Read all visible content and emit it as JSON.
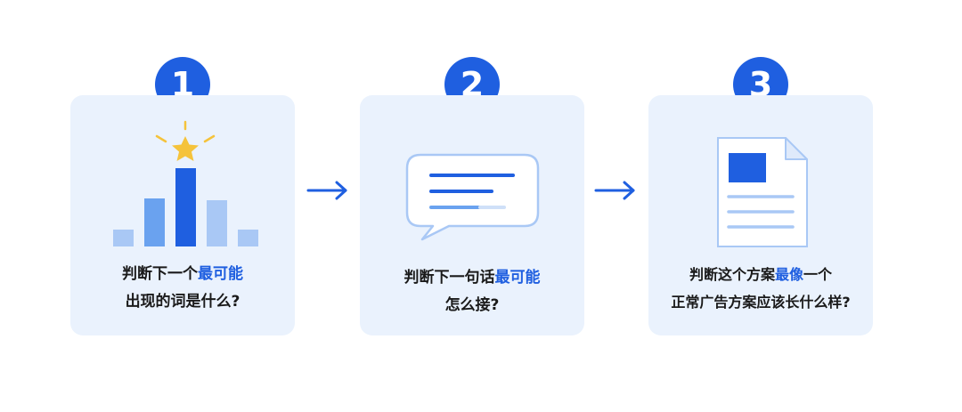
{
  "steps": [
    {
      "number": "1",
      "caption_line1_prefix": "判断下一个",
      "caption_line1_highlight": "最可能",
      "caption_line2": "出现的词是什么?"
    },
    {
      "number": "2",
      "caption_line1_prefix": "判断下一句话",
      "caption_line1_highlight": "最可能",
      "caption_line2": "怎么接?"
    },
    {
      "number": "3",
      "caption_line1_prefix": "判断这个方案",
      "caption_line1_highlight": "最像",
      "caption_line1_suffix": "一个",
      "caption_line2": "正常广告方案应该长什么样?"
    }
  ],
  "colors": {
    "accent": "#1f5fe0",
    "card_bg": "#eaf2fd",
    "light_blue": "#a9c8f5",
    "mid_blue": "#6aa2ef",
    "star": "#f5c33b"
  },
  "icons": [
    "bar-chart-star-icon",
    "chat-bubble-icon",
    "document-icon",
    "arrow-right-icon"
  ]
}
